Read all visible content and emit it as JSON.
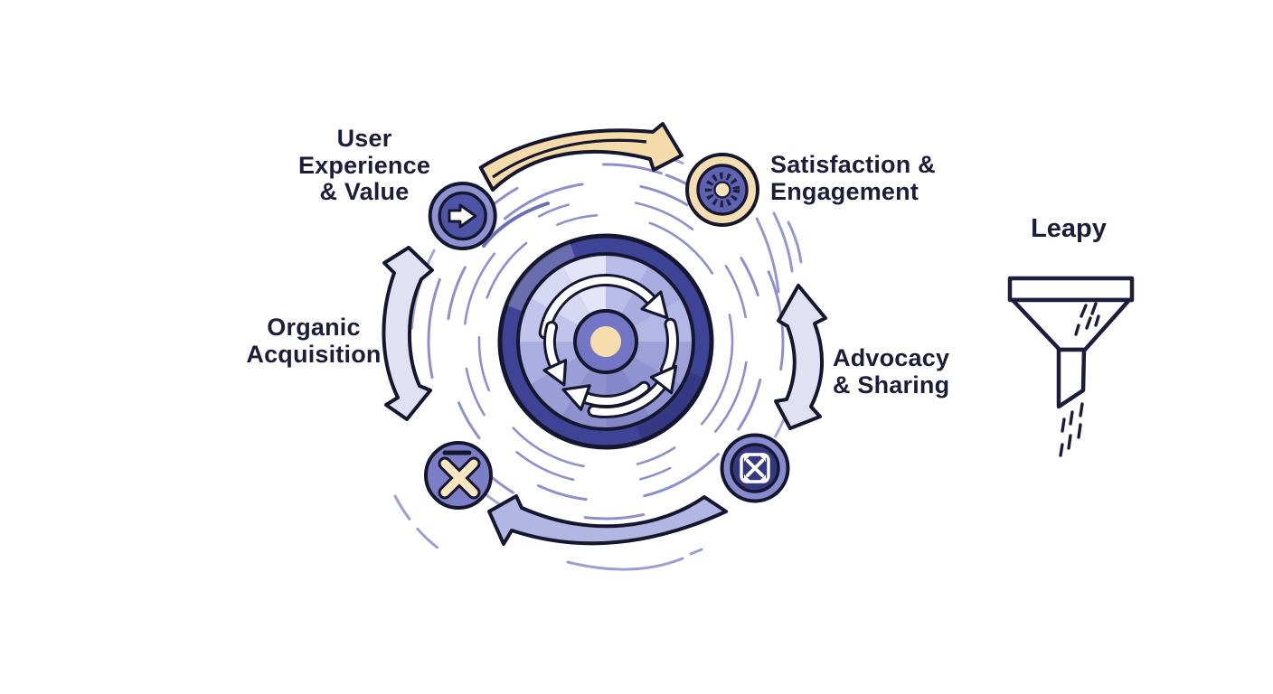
{
  "brand": {
    "name": "Leapy",
    "icon": "funnel-icon"
  },
  "center": {
    "name": "growth-flywheel"
  },
  "stages": [
    {
      "id": "user-experience-value",
      "label": "User\nExperience\n& Value",
      "icon": "arrow-right-icon"
    },
    {
      "id": "satisfaction-engagement",
      "label": "Satisfaction &\nEngagement",
      "icon": "sunburst-icon"
    },
    {
      "id": "advocacy-sharing",
      "label": "Advocacy\n& Sharing",
      "icon": "expand-arrows-icon"
    },
    {
      "id": "organic-acquisition",
      "label": "Organic\nAcquisition",
      "icon": "dismiss-x-icon"
    }
  ],
  "palette": {
    "ink": "#1b1d3a",
    "cream": "#f6dbaa",
    "lavender_light": "#e0e1f3",
    "lavender": "#b3b5e2",
    "speed_line": "#8d90cc",
    "flywheel_ring": "#3f4396",
    "badge_purple": "#4f53a6",
    "badge_light_ring": "#8f92d0"
  }
}
